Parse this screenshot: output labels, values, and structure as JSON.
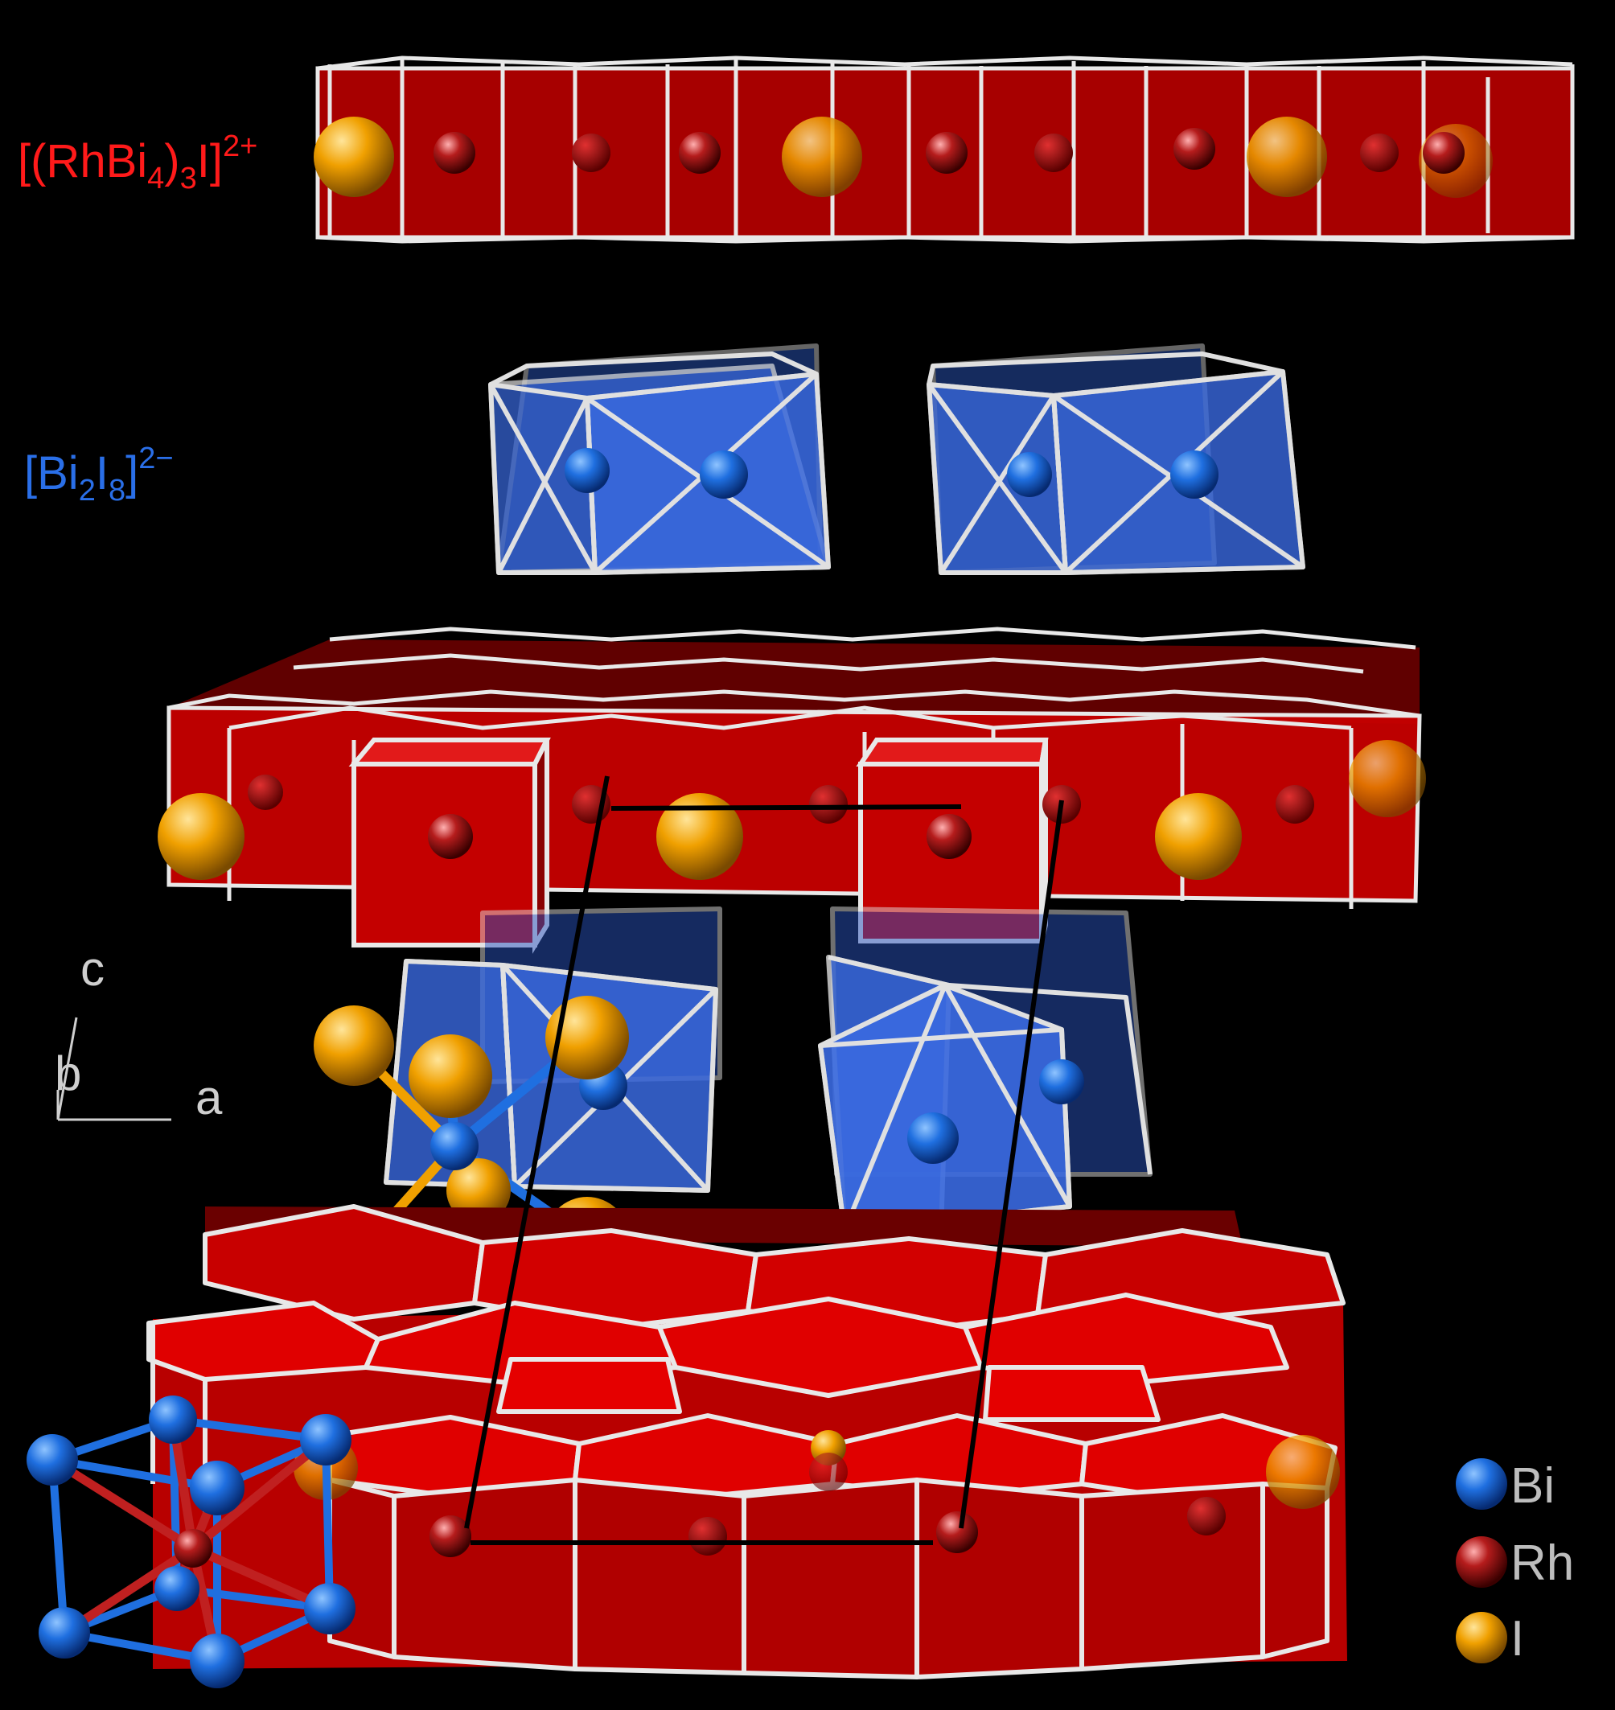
{
  "labels": {
    "cation_layer": {
      "base": "[(RhBi",
      "sub1": "4",
      "mid": ")",
      "sub2": "3",
      "tail": "I]",
      "charge": "2+",
      "color": "#ff1a1a"
    },
    "anion_layer": {
      "base": "[Bi",
      "sub1": "2",
      "mid": "I",
      "sub2": "8",
      "tail": "]",
      "charge": "2−",
      "color": "#2a6fe8"
    }
  },
  "axes": {
    "c": "c",
    "b": "b",
    "a": "a"
  },
  "legend": [
    {
      "element": "Bi",
      "color": "#1f6fe0"
    },
    {
      "element": "Rh",
      "color": "#a01818"
    },
    {
      "element": "I",
      "color": "#f0a000"
    }
  ],
  "colors": {
    "background": "#000000",
    "rh_polyhedra": "#d40000",
    "bi_octahedra": "#2f5fd0",
    "edges": "#e8e8e8",
    "cell_line": "#000000"
  }
}
